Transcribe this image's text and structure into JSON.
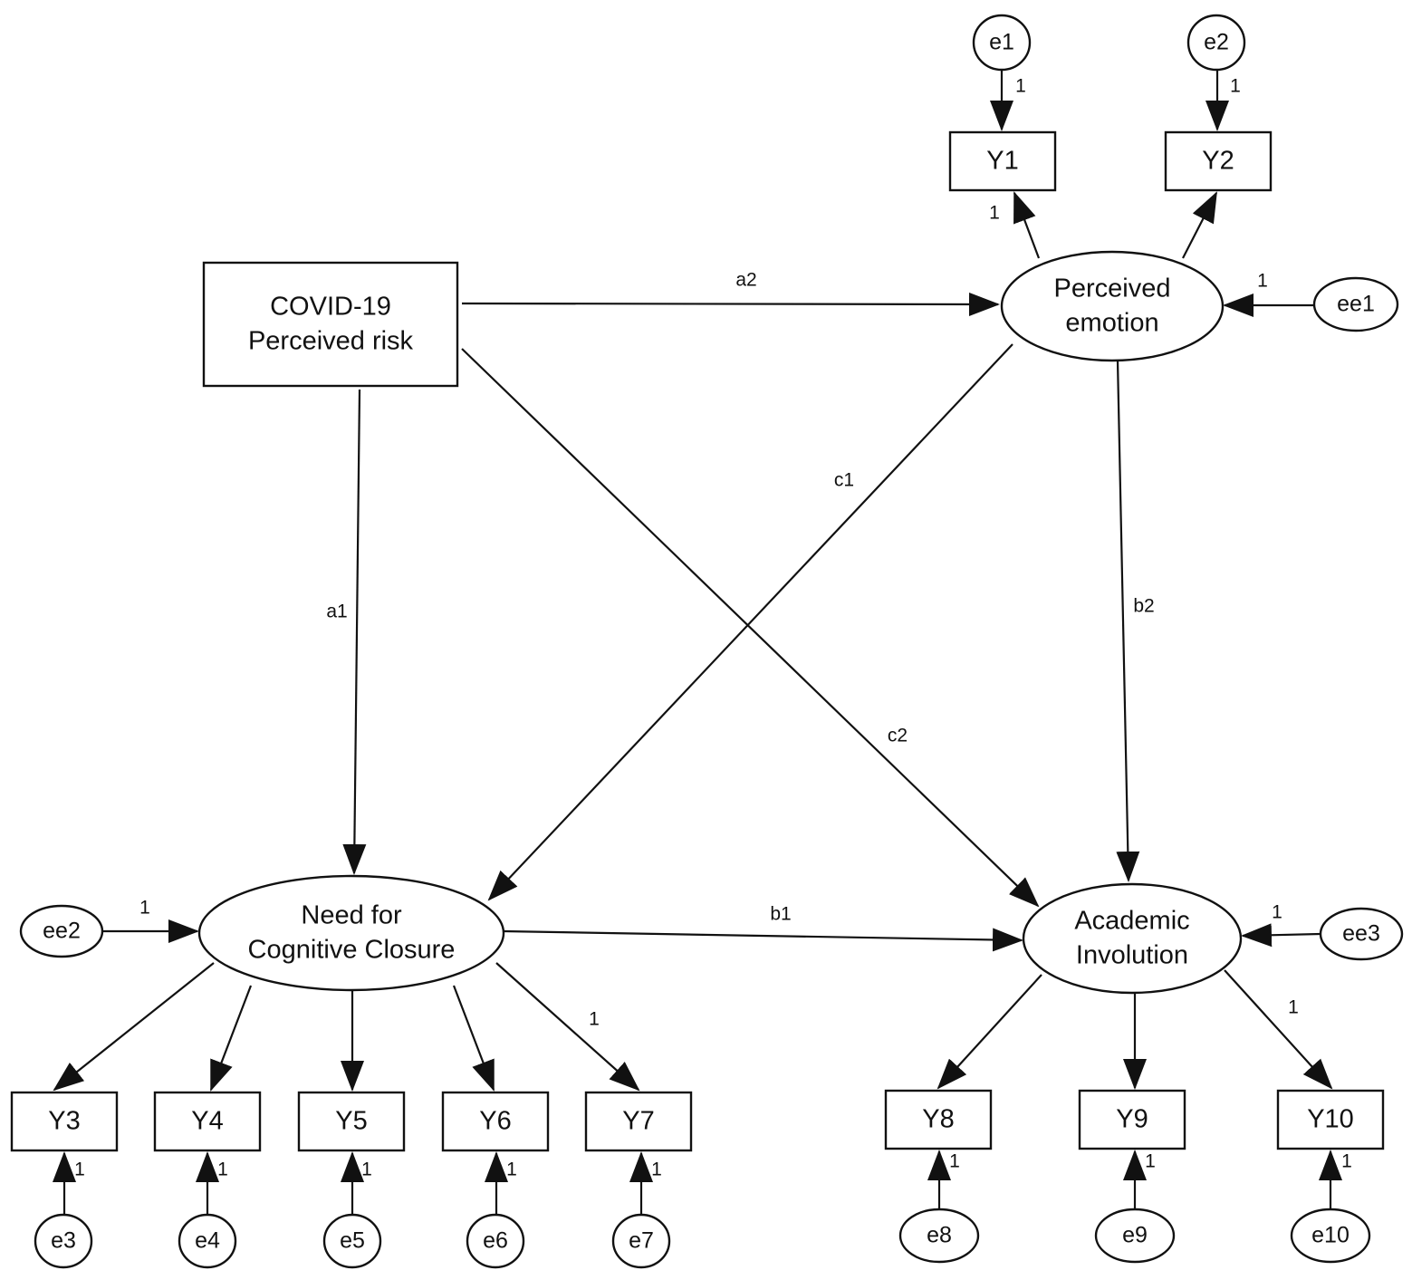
{
  "nodes": {
    "risk": {
      "kind": "box",
      "lines": [
        "COVID-19",
        "Perceived risk"
      ]
    },
    "emotion": {
      "kind": "oval",
      "lines": [
        "Perceived",
        "emotion"
      ]
    },
    "ncc": {
      "kind": "oval",
      "lines": [
        "Need for",
        "Cognitive Closure"
      ]
    },
    "ai": {
      "kind": "oval",
      "lines": [
        "Academic",
        "Involution"
      ]
    },
    "Y1": {
      "kind": "box",
      "lines": [
        "Y1"
      ]
    },
    "Y2": {
      "kind": "box",
      "lines": [
        "Y2"
      ]
    },
    "Y3": {
      "kind": "box",
      "lines": [
        "Y3"
      ]
    },
    "Y4": {
      "kind": "box",
      "lines": [
        "Y4"
      ]
    },
    "Y5": {
      "kind": "box",
      "lines": [
        "Y5"
      ]
    },
    "Y6": {
      "kind": "box",
      "lines": [
        "Y6"
      ]
    },
    "Y7": {
      "kind": "box",
      "lines": [
        "Y7"
      ]
    },
    "Y8": {
      "kind": "box",
      "lines": [
        "Y8"
      ]
    },
    "Y9": {
      "kind": "box",
      "lines": [
        "Y9"
      ]
    },
    "Y10": {
      "kind": "box",
      "lines": [
        "Y10"
      ]
    },
    "e1": {
      "kind": "error",
      "lines": [
        "e1"
      ]
    },
    "e2": {
      "kind": "error",
      "lines": [
        "e2"
      ]
    },
    "e3": {
      "kind": "error",
      "lines": [
        "e3"
      ]
    },
    "e4": {
      "kind": "error",
      "lines": [
        "e4"
      ]
    },
    "e5": {
      "kind": "error",
      "lines": [
        "e5"
      ]
    },
    "e6": {
      "kind": "error",
      "lines": [
        "e6"
      ]
    },
    "e7": {
      "kind": "error",
      "lines": [
        "e7"
      ]
    },
    "e8": {
      "kind": "error",
      "lines": [
        "e8"
      ]
    },
    "e9": {
      "kind": "error",
      "lines": [
        "e9"
      ]
    },
    "e10": {
      "kind": "error",
      "lines": [
        "e10"
      ]
    },
    "ee1": {
      "kind": "error",
      "lines": [
        "ee1"
      ]
    },
    "ee2": {
      "kind": "error",
      "lines": [
        "ee2"
      ]
    },
    "ee3": {
      "kind": "error",
      "lines": [
        "ee3"
      ]
    }
  },
  "edges": [
    {
      "id": "a2",
      "from": "risk",
      "to": "emotion",
      "label": "a2"
    },
    {
      "id": "a1",
      "from": "risk",
      "to": "ncc",
      "label": "a1"
    },
    {
      "id": "c2",
      "from": "risk",
      "to": "ai",
      "label": "c2"
    },
    {
      "id": "c1",
      "from": "emotion",
      "to": "ncc",
      "label": "c1"
    },
    {
      "id": "b2",
      "from": "emotion",
      "to": "ai",
      "label": "b2"
    },
    {
      "id": "b1",
      "from": "ncc",
      "to": "ai",
      "label": "b1"
    },
    {
      "id": "emo-y1",
      "from": "emotion",
      "to": "Y1",
      "label": "1"
    },
    {
      "id": "emo-y2",
      "from": "emotion",
      "to": "Y2",
      "label": ""
    },
    {
      "id": "ncc-y3",
      "from": "ncc",
      "to": "Y3",
      "label": ""
    },
    {
      "id": "ncc-y4",
      "from": "ncc",
      "to": "Y4",
      "label": ""
    },
    {
      "id": "ncc-y5",
      "from": "ncc",
      "to": "Y5",
      "label": ""
    },
    {
      "id": "ncc-y6",
      "from": "ncc",
      "to": "Y6",
      "label": ""
    },
    {
      "id": "ncc-y7",
      "from": "ncc",
      "to": "Y7",
      "label": "1"
    },
    {
      "id": "ai-y8",
      "from": "ai",
      "to": "Y8",
      "label": ""
    },
    {
      "id": "ai-y9",
      "from": "ai",
      "to": "Y9",
      "label": ""
    },
    {
      "id": "ai-y10",
      "from": "ai",
      "to": "Y10",
      "label": "1"
    },
    {
      "id": "e1-y1",
      "from": "e1",
      "to": "Y1",
      "label": "1"
    },
    {
      "id": "e2-y2",
      "from": "e2",
      "to": "Y2",
      "label": "1"
    },
    {
      "id": "e3-y3",
      "from": "e3",
      "to": "Y3",
      "label": "1"
    },
    {
      "id": "e4-y4",
      "from": "e4",
      "to": "Y4",
      "label": "1"
    },
    {
      "id": "e5-y5",
      "from": "e5",
      "to": "Y5",
      "label": "1"
    },
    {
      "id": "e6-y6",
      "from": "e6",
      "to": "Y6",
      "label": "1"
    },
    {
      "id": "e7-y7",
      "from": "e7",
      "to": "Y7",
      "label": "1"
    },
    {
      "id": "e8-y8",
      "from": "e8",
      "to": "Y8",
      "label": "1"
    },
    {
      "id": "e9-y9",
      "from": "e9",
      "to": "Y9",
      "label": "1"
    },
    {
      "id": "e10-y10",
      "from": "e10",
      "to": "Y10",
      "label": "1"
    },
    {
      "id": "ee1-emo",
      "from": "ee1",
      "to": "emotion",
      "label": "1"
    },
    {
      "id": "ee2-ncc",
      "from": "ee2",
      "to": "ncc",
      "label": "1"
    },
    {
      "id": "ee3-ai",
      "from": "ee3",
      "to": "ai",
      "label": "1"
    }
  ]
}
